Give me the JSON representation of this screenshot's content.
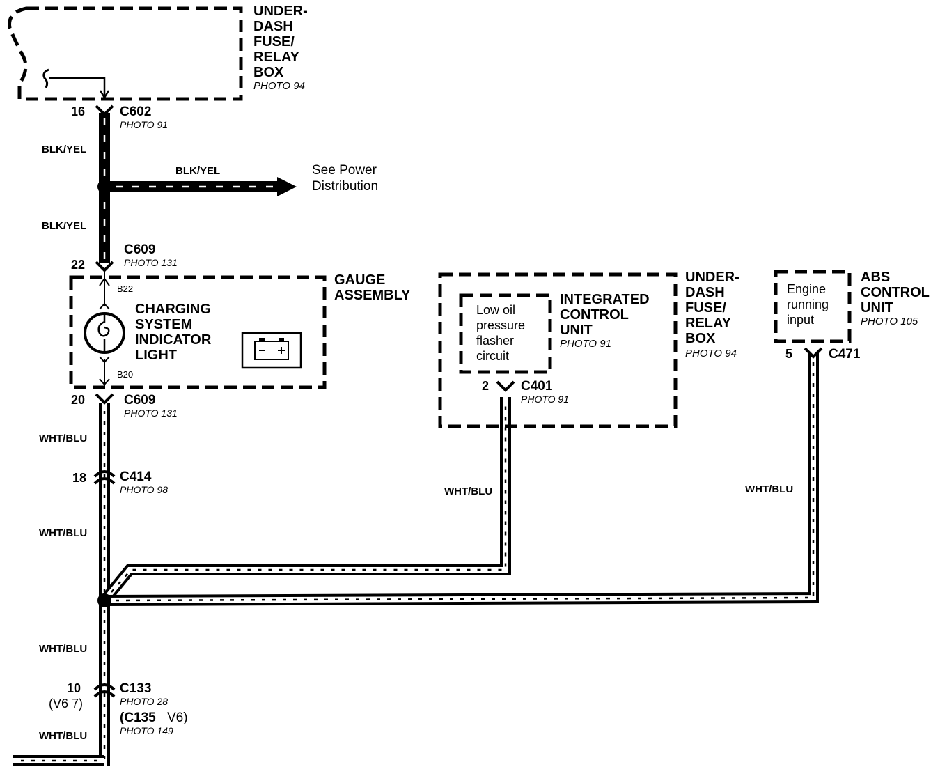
{
  "components": {
    "fuse_box_top": {
      "lines": [
        "UNDER-",
        "DASH",
        "FUSE/",
        "RELAY",
        "BOX"
      ],
      "photo": "PHOTO 94"
    },
    "gauge_assembly": {
      "lines": [
        "GAUGE",
        "ASSEMBLY"
      ]
    },
    "charging_light": {
      "lines": [
        "CHARGING",
        "SYSTEM",
        "INDICATOR",
        "LIGHT"
      ],
      "pin_top": "B22",
      "pin_bottom": "B20"
    },
    "integrated_control_unit": {
      "lines": [
        "INTEGRATED",
        "CONTROL",
        "UNIT"
      ],
      "photo": "PHOTO 91"
    },
    "low_oil_circuit": {
      "lines": [
        "Low oil",
        "pressure",
        "flasher",
        "circuit"
      ]
    },
    "fuse_box_right": {
      "lines": [
        "UNDER-",
        "DASH",
        "FUSE/",
        "RELAY",
        "BOX"
      ],
      "photo": "PHOTO 94"
    },
    "engine_running_input": {
      "lines": [
        "Engine",
        "running",
        "input"
      ]
    },
    "abs_control_unit": {
      "lines": [
        "ABS",
        "CONTROL",
        "UNIT"
      ],
      "photo": "PHOTO 105"
    }
  },
  "connectors": {
    "c602": {
      "id": "C602",
      "pin": "16",
      "photo": "PHOTO 91"
    },
    "c609_top": {
      "id": "C609",
      "pin": "22",
      "photo": "PHOTO 131"
    },
    "c609_bottom": {
      "id": "C609",
      "pin": "20",
      "photo": "PHOTO 131"
    },
    "c414": {
      "id": "C414",
      "pin": "18",
      "photo": "PHOTO 98"
    },
    "c401": {
      "id": "C401",
      "pin": "2",
      "photo": "PHOTO 91"
    },
    "c471": {
      "id": "C471",
      "pin": "5"
    },
    "c133": {
      "id": "C133",
      "pin": "10",
      "pin_alt": "(V6 7)",
      "photo": "PHOTO 28",
      "alt_prefix": "(C135",
      "alt_suffix": "V6)",
      "alt_photo": "PHOTO 149"
    }
  },
  "wires": {
    "blk_yel_1": "BLK/YEL",
    "blk_yel_branch": "BLK/YEL",
    "blk_yel_2": "BLK/YEL",
    "wht_blu_1": "WHT/BLU",
    "wht_blu_2": "WHT/BLU",
    "wht_blu_c401": "WHT/BLU",
    "wht_blu_abs": "WHT/BLU",
    "wht_blu_3": "WHT/BLU",
    "wht_blu_4": "WHT/BLU"
  },
  "arrow_note": {
    "lines": [
      "See Power",
      "Distribution"
    ]
  }
}
